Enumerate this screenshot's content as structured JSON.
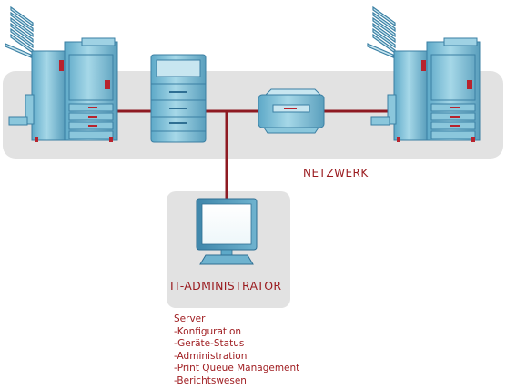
{
  "network_label": "NETZWERK",
  "admin_label": "IT-ADMINISTRATOR",
  "tasks": [
    "Server",
    "-Konfiguration",
    "-Geräte-Status",
    "-Administration",
    "-Print Queue Management",
    "-Berichtswesen"
  ],
  "colors": {
    "band": "#e2e2e2",
    "network_line": "#8e1a22",
    "device_body": "#7fc2d8",
    "device_dark": "#3a7fa3",
    "label_text": "#9a1b1f"
  },
  "icons": [
    "production-printer-icon",
    "office-printer-icon",
    "desktop-printer-icon",
    "computer-monitor-icon"
  ]
}
